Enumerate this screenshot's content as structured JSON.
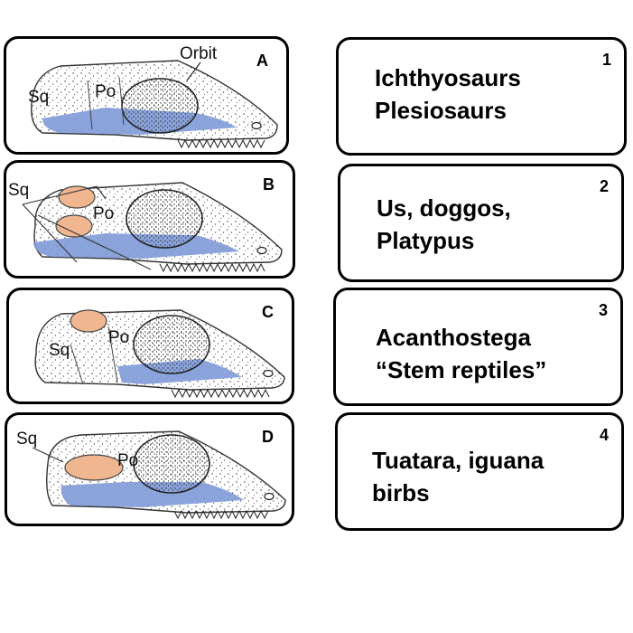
{
  "skull_cards": [
    {
      "letter": "A",
      "labels": {
        "sq": "Sq",
        "po": "Po",
        "orbit": "Orbit"
      }
    },
    {
      "letter": "B",
      "labels": {
        "sq": "Sq",
        "po": "Po"
      }
    },
    {
      "letter": "C",
      "labels": {
        "sq": "Sq",
        "po": "Po"
      }
    },
    {
      "letter": "D",
      "labels": {
        "sq": "Sq",
        "po": "Po"
      }
    }
  ],
  "answer_cards": [
    {
      "number": "1",
      "lines": [
        "Ichthyosaurs",
        "Plesiosaurs"
      ]
    },
    {
      "number": "2",
      "lines": [
        "Us, doggos,",
        "Platypus"
      ]
    },
    {
      "number": "3",
      "lines": [
        "Acanthostega",
        "“Stem reptiles”"
      ]
    },
    {
      "number": "4",
      "lines": [
        "Tuatara, iguana",
        "birbs"
      ]
    }
  ],
  "colors": {
    "fenestra": "#f0b690",
    "jaw_region": "#7f9ad8",
    "border": "#000000"
  }
}
